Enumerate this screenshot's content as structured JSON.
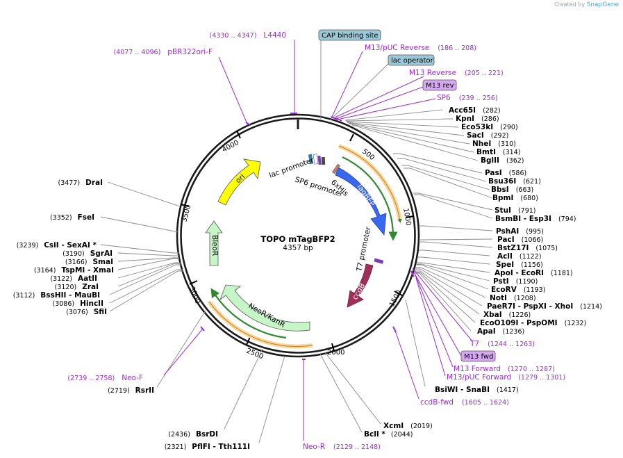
{
  "credit": {
    "prefix": "Created by",
    "brand": "SnapGene"
  },
  "plasmid": {
    "name": "TOPO mTagBFP2",
    "size_label": "4357 bp",
    "length": 4357
  },
  "ticks": [
    "500",
    "1000",
    "1500",
    "2000",
    "2500",
    "3000",
    "3500",
    "4000"
  ],
  "right_sites": [
    {
      "name": "Acc65I",
      "pos": "(282)"
    },
    {
      "name": "KpnI",
      "pos": "(286)"
    },
    {
      "name": "Eco53kI",
      "pos": "(290)"
    },
    {
      "name": "SacI",
      "pos": "(292)"
    },
    {
      "name": "NheI",
      "pos": "(310)"
    },
    {
      "name": "BmtI",
      "pos": "(314)"
    },
    {
      "name": "BglII",
      "pos": "(362)"
    },
    {
      "name": "PasI",
      "pos": "(586)"
    },
    {
      "name": "Bsu36I",
      "pos": "(621)"
    },
    {
      "name": "BbsI",
      "pos": "(663)"
    },
    {
      "name": "BpmI",
      "pos": "(680)"
    },
    {
      "name": "StuI",
      "pos": "(791)"
    },
    {
      "name": "BsmBI  - Esp3I",
      "pos": "(794)"
    },
    {
      "name": "PshAI",
      "pos": "(995)"
    },
    {
      "name": "PacI",
      "pos": "(1066)"
    },
    {
      "name": "BstZ17I",
      "pos": "(1075)"
    },
    {
      "name": "AclI",
      "pos": "(1122)"
    },
    {
      "name": "SpeI",
      "pos": "(1156)"
    },
    {
      "name": "ApoI  - EcoRI",
      "pos": "(1181)"
    },
    {
      "name": "PstI",
      "pos": "(1190)"
    },
    {
      "name": "EcoRV",
      "pos": "(1193)"
    },
    {
      "name": "NotI",
      "pos": "(1208)"
    },
    {
      "name": "PaeR7I  - PspXI  - XhoI",
      "pos": "(1214)"
    },
    {
      "name": "XbaI",
      "pos": "(1226)"
    },
    {
      "name": "EcoO109I  - PspOMI",
      "pos": "(1232)"
    },
    {
      "name": "ApaI",
      "pos": "(1236)"
    }
  ],
  "left_sites": [
    {
      "name": "DraI",
      "pos": "(3477)"
    },
    {
      "name": "FseI",
      "pos": "(3352)"
    },
    {
      "name": "CsiI  - SexAI *",
      "pos": "(3239)"
    },
    {
      "name": "SgrAI",
      "pos": "(3190)"
    },
    {
      "name": "SmaI",
      "pos": "(3166)"
    },
    {
      "name": "TspMI  - XmaI",
      "pos": "(3164)"
    },
    {
      "name": "AatII",
      "pos": "(3122)"
    },
    {
      "name": "ZraI",
      "pos": "(3120)"
    },
    {
      "name": "BssHII  - MauBI",
      "pos": "(3112)"
    },
    {
      "name": "HincII",
      "pos": "(3086)"
    },
    {
      "name": "SfiI",
      "pos": "(3076)"
    }
  ],
  "bottom_sites": [
    {
      "name": "BsiWI  - SnaBI",
      "pos": "(1417)"
    },
    {
      "name": "XcmI",
      "pos": "(2019)"
    },
    {
      "name": "BclI *",
      "pos": "(2044)"
    },
    {
      "name": "RsrII",
      "pos": "(2719)"
    },
    {
      "name": "BsrDI",
      "pos": "(2436)"
    },
    {
      "name": "PflFI  - Tth111I",
      "pos": "(2321)"
    }
  ],
  "primers": [
    {
      "name": "L4440",
      "pos": "(4330 .. 4347)"
    },
    {
      "name": "pBR322ori-F",
      "pos": "(4077 .. 4096)"
    },
    {
      "name": "M13/pUC Reverse",
      "pos": "(186 .. 208)"
    },
    {
      "name": "M13 Reverse",
      "pos": "(205 .. 221)"
    },
    {
      "name": "SP6",
      "pos": "(239 .. 256)"
    },
    {
      "name": "T7",
      "pos": "(1244 .. 1263)"
    },
    {
      "name": "M13 Forward",
      "pos": "(1270 .. 1287)"
    },
    {
      "name": "M13/pUC Forward",
      "pos": "(1279 .. 1301)"
    },
    {
      "name": "ccdB-fwd",
      "pos": "(1605 .. 1624)"
    },
    {
      "name": "Neo-F",
      "pos": "(2739 .. 2758)"
    },
    {
      "name": "Neo-R",
      "pos": "(2129 .. 2148)"
    }
  ],
  "boxed_labels": {
    "cap": "CAP binding site",
    "lacop": "lac operator",
    "m13rev": "M13 rev",
    "m13fwd": "M13 fwd"
  },
  "features": {
    "ori": "ori",
    "tagbfp": "TagBFP",
    "ccdb": "ccdB",
    "neor": "NeoR/KanR",
    "bleor": "BleoR",
    "lac_promoter": "lac promoter",
    "sp6_promoter": "SP6 promoter",
    "his": "6xHis",
    "t7_promoter": "T7 promoter"
  },
  "colors": {
    "backbone": "#1a1a1a",
    "site_line": "#8a8a8a",
    "primer": "#9a2bd0",
    "ori": "#ffff00",
    "tagbfp": "#3a67f0",
    "ccdb": "#a0305a",
    "resistance": "#c6f5c6",
    "orange_band": "#f8d79b",
    "green_band": "#2f8a2f",
    "cap_box": "#9cc7d6",
    "m13_box": "#d5a8ef"
  }
}
